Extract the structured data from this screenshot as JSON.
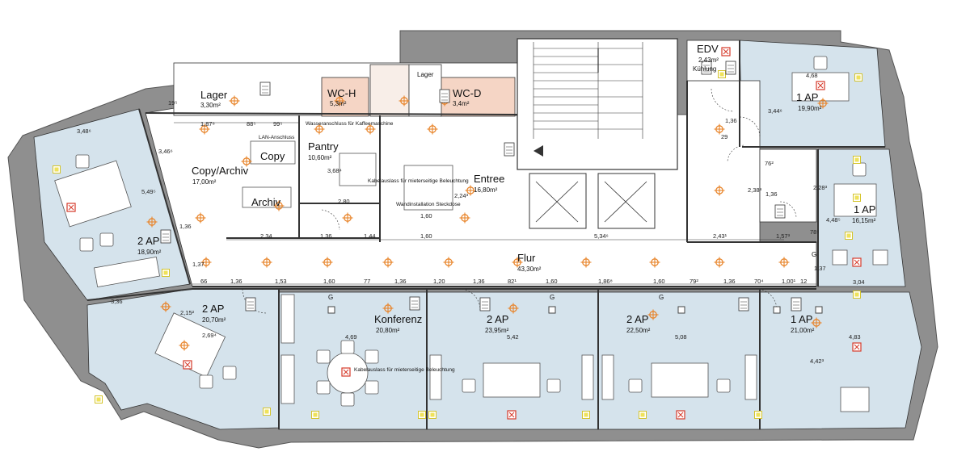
{
  "rooms": {
    "lager_top": {
      "name": "Lager",
      "area": "3,30m²"
    },
    "wc_h": {
      "name": "WC-H",
      "area": "5,3m²"
    },
    "lager_small": {
      "name": "Lager"
    },
    "wc_d": {
      "name": "WC-D",
      "area": "3,4m²"
    },
    "edv": {
      "name": "EDV",
      "area": "2,43m²",
      "note": "Kühlung"
    },
    "ap_top_right": {
      "name": "1 AP",
      "area": "19,90m²"
    },
    "copy_archiv": {
      "name": "Copy/Archiv",
      "area": "17,00m²"
    },
    "copy": {
      "name": "Copy"
    },
    "archiv": {
      "name": "Archiv"
    },
    "pantry": {
      "name": "Pantry",
      "area": "10,60m²"
    },
    "entree": {
      "name": "Entree",
      "area": "16,80m²"
    },
    "ap_left": {
      "name": "2 AP",
      "area": "18,90m²"
    },
    "ap_right_mid": {
      "name": "1 AP",
      "area": "16,15m²"
    },
    "flur": {
      "name": "Flur",
      "area": "43,30m²"
    },
    "ap_bottom_left": {
      "name": "2 AP",
      "area": "20,70m²"
    },
    "konferenz": {
      "name": "Konferenz",
      "area": "20,80m²"
    },
    "ap_bottom_2": {
      "name": "2 AP",
      "area": "23,95m²"
    },
    "ap_bottom_3": {
      "name": "2 AP",
      "area": "22,50m²"
    },
    "ap_bottom_right": {
      "name": "1 AP",
      "area": "21,00m²"
    }
  },
  "annotations": {
    "wasser": "Wasseranschluss für Kaffeemaschine",
    "lan": "LAN-Anschluss",
    "kabel_pantry": "Kabelauslass für mieterseitige Beleuchtung",
    "wandinstallation": "Wandinstallation Steckdose",
    "kabel_konferenz": "Kabelauslass für mieterseitige Beleuchtung"
  },
  "dimensions": {
    "d1": "1,87⁸",
    "d2": "88⁵",
    "d3": "99⁵",
    "d4": "3,48⁶",
    "d5": "3,46⁶",
    "d6": "5,49⁵",
    "d7": "1,36",
    "d8": "1,37",
    "d9": "3,68⁴",
    "d10": "2,80",
    "d11": "2,24³",
    "d12": "2,34",
    "d13": "1,36",
    "d14": "1,44",
    "d15": "1,60",
    "d16": "5,34⁶",
    "d17": "2,43¹",
    "d18": "1,57³",
    "d19": "4,68",
    "d20": "3,44⁶",
    "d21": "1,36",
    "d22": "29",
    "d23": "76²",
    "d24": "2,38³",
    "d25": "1,36",
    "d26": "2,28³",
    "d27": "4,48⁵",
    "d28": "78⁵",
    "d29": "1,37",
    "d30": "3,04",
    "d31": "66",
    "d32": "1,36",
    "d33": "1,53",
    "d34": "1,60",
    "d35": "77",
    "d36": "1,36",
    "d37": "1,20",
    "d38": "1,36",
    "d39": "82¹",
    "d40": "1,60",
    "d41": "1,86⁸",
    "d42": "1,60",
    "d43": "79²",
    "d44": "1,36",
    "d45": "70⁴",
    "d46": "1,00¹",
    "d47": "12",
    "d48": "3,36",
    "d49": "2,15²",
    "d50": "2,69⁴",
    "d51": "4,69",
    "d52": "5,42",
    "d53": "5,08",
    "d54": "4,83",
    "d55": "4,42³",
    "d56": "19⁵",
    "d57": "1,60"
  },
  "markers": {
    "g": "G"
  },
  "colors": {
    "room_fill": "#d5e3ec",
    "wc_fill": "#f5d5c5",
    "wall": "#777777",
    "outline": "#333333",
    "lamp": "#e8842a",
    "socket": "#d63a2a",
    "sensor": "#e8d640"
  }
}
